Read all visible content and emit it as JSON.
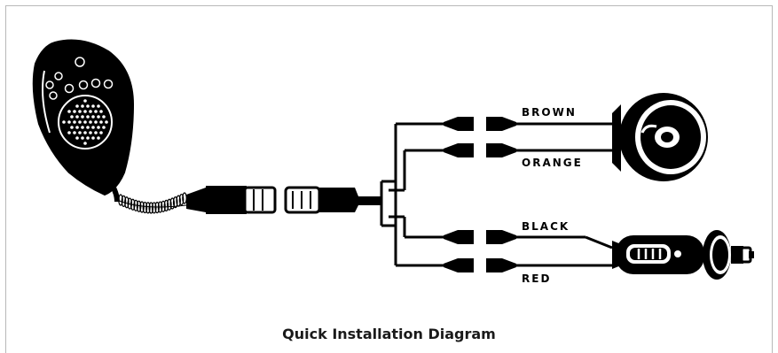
{
  "diagram": {
    "caption": "Quick Installation Diagram",
    "wires": {
      "brown": "BROWN",
      "orange": "ORANGE",
      "black": "BLACK",
      "red": "RED"
    },
    "components": [
      "microphone",
      "din-connector",
      "speaker",
      "cigarette-lighter-plug"
    ],
    "colors": {
      "ink": "#000000",
      "frame": "#b8b8b8",
      "background": "#ffffff"
    }
  }
}
